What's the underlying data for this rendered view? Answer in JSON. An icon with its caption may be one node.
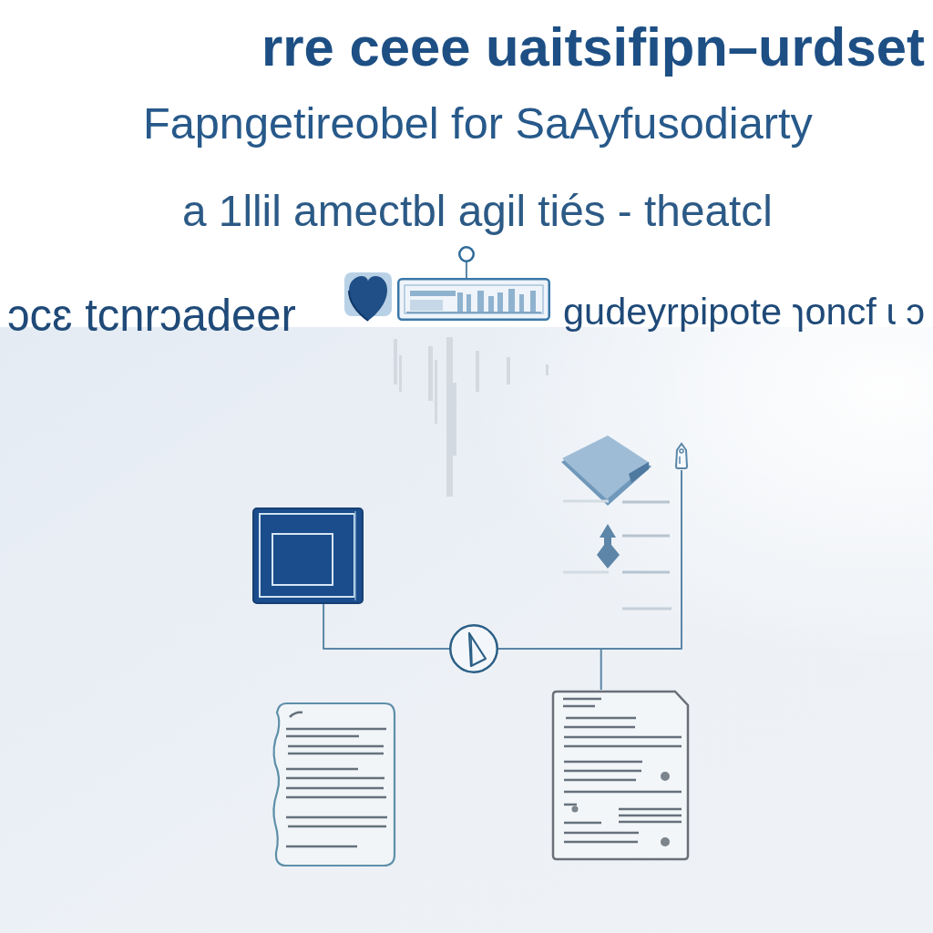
{
  "diagram": {
    "title": "rre ceee uaitsifipn–urdset",
    "nodes": [
      {
        "text": [],
        "shape": "circle"
      },
      {
        "text": [],
        "shape": "box"
      },
      {
        "text": [],
        "shape": "picture"
      },
      {
        "text": [],
        "shape": "box"
      },
      {
        "text": [],
        "shape": "circle"
      },
      {
        "text": [],
        "shape": "document"
      },
      {
        "text": [],
        "shape": "document"
      }
    ],
    "edges": [
      {
        "from": 0,
        "to": 1,
        "arrow": "none"
      },
      {
        "from": 3,
        "to": 4,
        "arrow": "none"
      },
      {
        "from": 4,
        "to": 2,
        "arrow": "none"
      },
      {
        "from": 4,
        "to": 6,
        "arrow": "none"
      }
    ],
    "labels": [
      "Fapngetireobel for SaAyfusodiarty",
      "a 1llil amectbl agil tiés - theatcl",
      "ɔcɛ tcnrɔadeer",
      "gudeyrpipote ɿoncf ɩ ɔ"
    ]
  }
}
